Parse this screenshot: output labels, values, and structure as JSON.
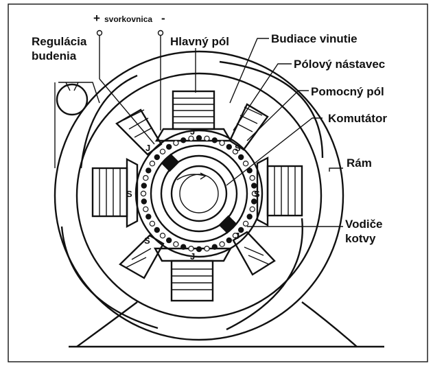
{
  "labels": {
    "terminal_plus": "+",
    "terminal_text": "svorkovnica",
    "terminal_minus": "-",
    "excitation_control": [
      "Regulácia",
      "budenia"
    ],
    "main_pole": "Hlavný pól",
    "field_winding": "Budiace vinutie",
    "pole_shoe": "Pólový nástavec",
    "interpole": "Pomocný pól",
    "commutator": "Komutátor",
    "frame": "Rám",
    "armature_conductors": [
      "Vodiče",
      "kotvy"
    ]
  },
  "pole_marks": {
    "top_main": "J",
    "bottom_main": "J",
    "left_main": "S",
    "right_main": "S",
    "interpole_top_left": "J",
    "interpole_top_right": "S",
    "interpole_bottom_left": "S",
    "interpole_bottom_right": "J"
  }
}
